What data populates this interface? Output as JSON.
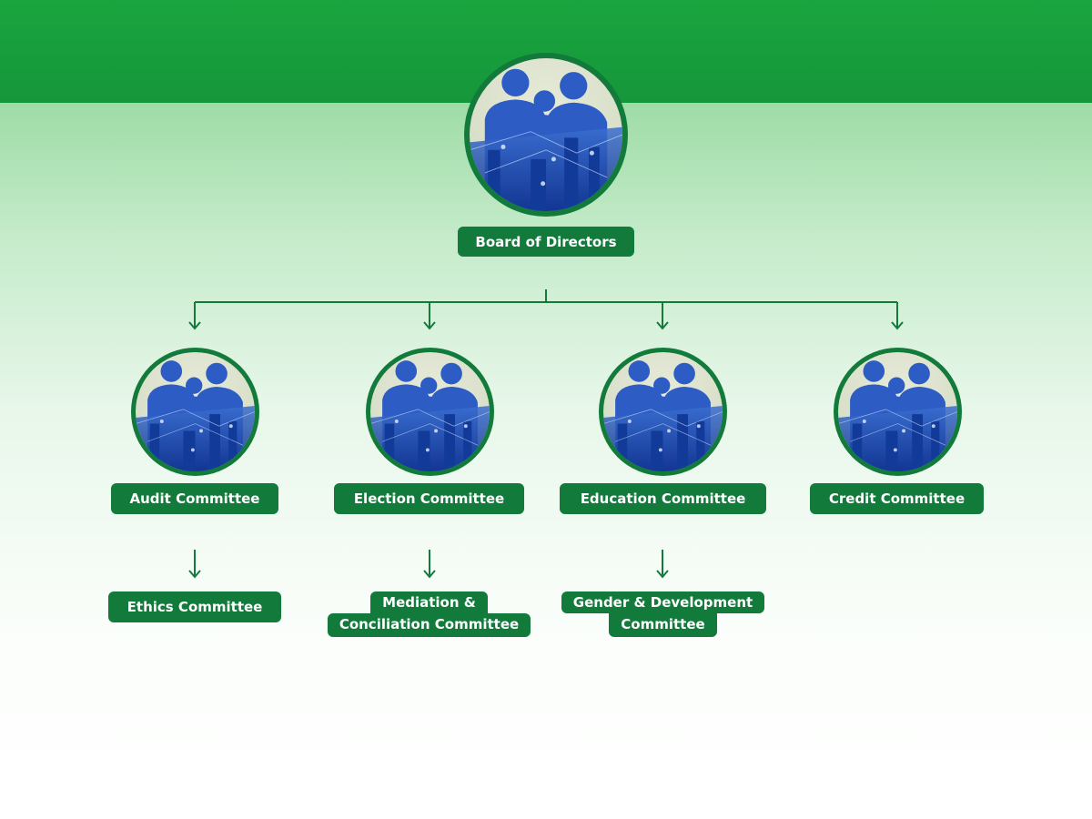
{
  "colors": {
    "header": "#1aa53f",
    "accent": "#127a3a",
    "photo": "#1f4fb5"
  },
  "root": {
    "label": "Board of Directors",
    "icon": "team-photo-icon"
  },
  "committees": [
    {
      "label": "Audit Committee"
    },
    {
      "label": "Election Committee"
    },
    {
      "label": "Education Committee"
    },
    {
      "label": "Credit Committee"
    }
  ],
  "sub_committees": [
    {
      "parent": "Audit Committee",
      "lines": [
        "Ethics Committee"
      ]
    },
    {
      "parent": "Election Committee",
      "lines": [
        "Mediation &",
        "Conciliation Committee"
      ]
    },
    {
      "parent": "Education Committee",
      "lines": [
        "Gender & Development",
        "Committee"
      ]
    }
  ]
}
